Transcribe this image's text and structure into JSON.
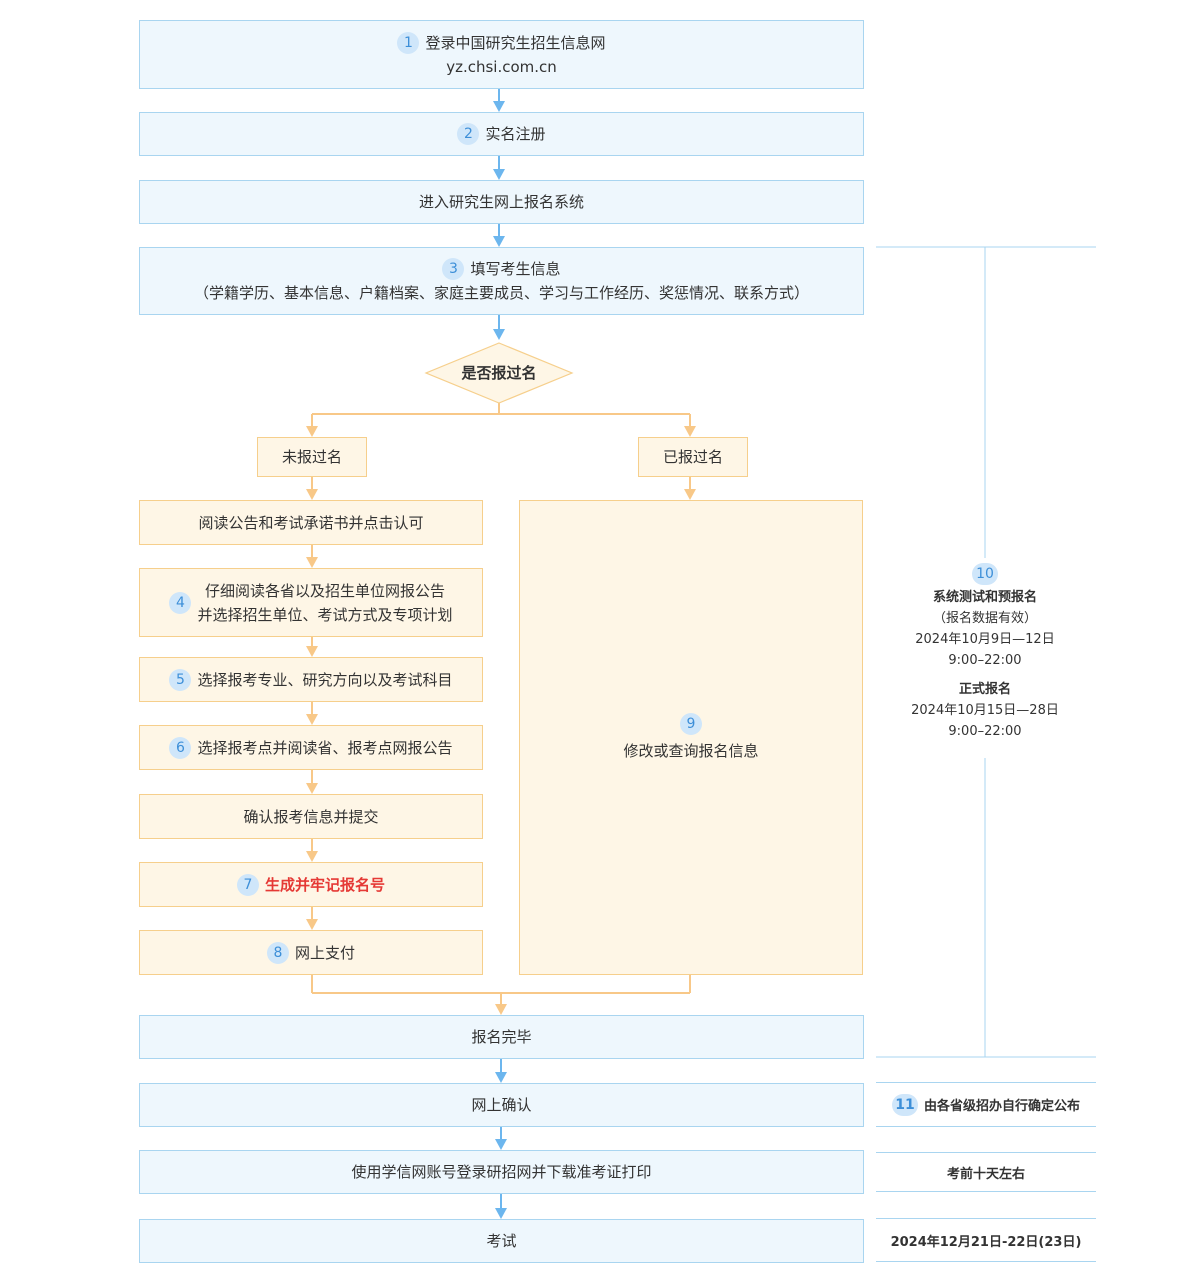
{
  "colors": {
    "blue_fill": "#eef7fd",
    "blue_border": "#a9d5f0",
    "blue_arrow": "#6cb6ee",
    "orange_fill": "#fef6e6",
    "orange_border": "#f6cf8c",
    "orange_arrow": "#f8c888",
    "highlight_red": "#e53935"
  },
  "steps": {
    "login": {
      "num": "1",
      "line1": "登录中国研究生招生信息网",
      "line2": "yz.chsi.com.cn"
    },
    "register": {
      "num": "2",
      "label": "实名注册"
    },
    "enter_system": {
      "label": "进入研究生网上报名系统"
    },
    "fill_info": {
      "num": "3",
      "line1": "填写考生信息",
      "line2": "（学籍学历、基本信息、户籍档案、家庭主要成员、学习与工作经历、奖惩情况、联系方式）"
    },
    "decision": {
      "label": "是否报过名"
    },
    "not_registered": {
      "label": "未报过名"
    },
    "registered": {
      "label": "已报过名"
    },
    "read_notice": {
      "label": "阅读公告和考试承诺书并点击认可"
    },
    "select_unit": {
      "num": "4",
      "line1": "仔细阅读各省以及招生单位网报公告",
      "line2": "并选择招生单位、考试方式及专项计划"
    },
    "select_major": {
      "num": "5",
      "label": "选择报考专业、研究方向以及考试科目"
    },
    "select_site": {
      "num": "6",
      "label": "选择报考点并阅读省、报考点网报公告"
    },
    "confirm_submit": {
      "label": "确认报考信息并提交"
    },
    "generate_number": {
      "num": "7",
      "label": "生成并牢记报名号"
    },
    "pay_online": {
      "num": "8",
      "label": "网上支付"
    },
    "modify_query": {
      "num": "9",
      "label": "修改或查询报名信息"
    },
    "registration_done": {
      "label": "报名完毕"
    },
    "online_confirm": {
      "label": "网上确认"
    },
    "download_ticket": {
      "label": "使用学信网账号登录研招网并下载准考证打印"
    },
    "exam": {
      "label": "考试"
    }
  },
  "side": {
    "registration": {
      "num": "10",
      "pre_title": "系统测试和预报名",
      "pre_note": "（报名数据有效）",
      "pre_dates": "2024年10月9日—12日",
      "pre_time": "9:00–22:00",
      "formal_title": "正式报名",
      "formal_dates": "2024年10月15日—28日",
      "formal_time": "9:00–22:00"
    },
    "confirm": {
      "num": "11",
      "label": "由各省级招办自行确定公布"
    },
    "ticket": {
      "label": "考前十天左右"
    },
    "exam": {
      "label": "2024年12月21日-22日(23日)"
    }
  }
}
